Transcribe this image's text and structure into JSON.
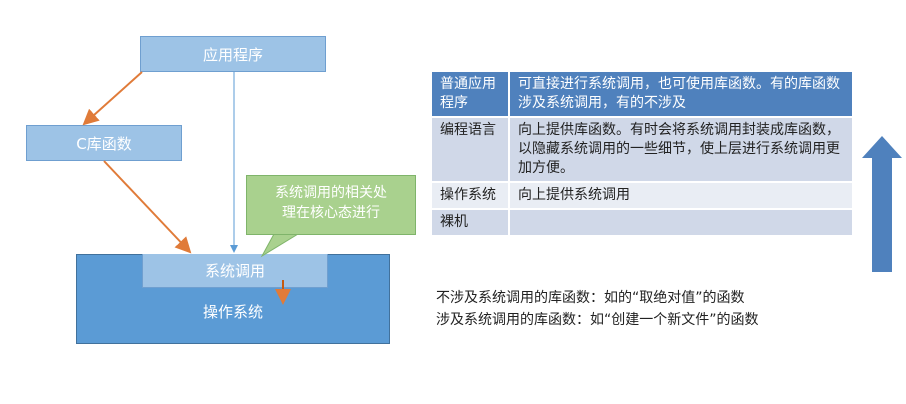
{
  "diagram": {
    "app_label": "应用程序",
    "clib_label": "C库函数",
    "syscall_label": "系统调用",
    "os_label": "操作系统",
    "callout_line1": "系统调用的相关处",
    "callout_line2": "理在核心态进行",
    "colors": {
      "light_box": "#9dc3e6",
      "os_box": "#5b9bd5",
      "callout": "#a9d18e",
      "orange_arrow": "#e07b39",
      "blue_arrow": "#4f81bd"
    }
  },
  "table": {
    "rows": [
      {
        "name": "普通应用程序",
        "desc": "可直接进行系统调用，也可使用库函数。有的库函数涉及系统调用，有的不涉及"
      },
      {
        "name": "编程语言",
        "desc": "向上提供库函数。有时会将系统调用封装成库函数，以隐藏系统调用的一些细节，使上层进行系统调用更加方便。"
      },
      {
        "name": "操作系统",
        "desc": "向上提供系统调用"
      },
      {
        "name": "裸机",
        "desc": ""
      }
    ]
  },
  "notes": {
    "line1": "不涉及系统调用的库函数：如的“取绝对值”的函数",
    "line2": "涉及系统调用的库函数：如“创建一个新文件”的函数"
  }
}
